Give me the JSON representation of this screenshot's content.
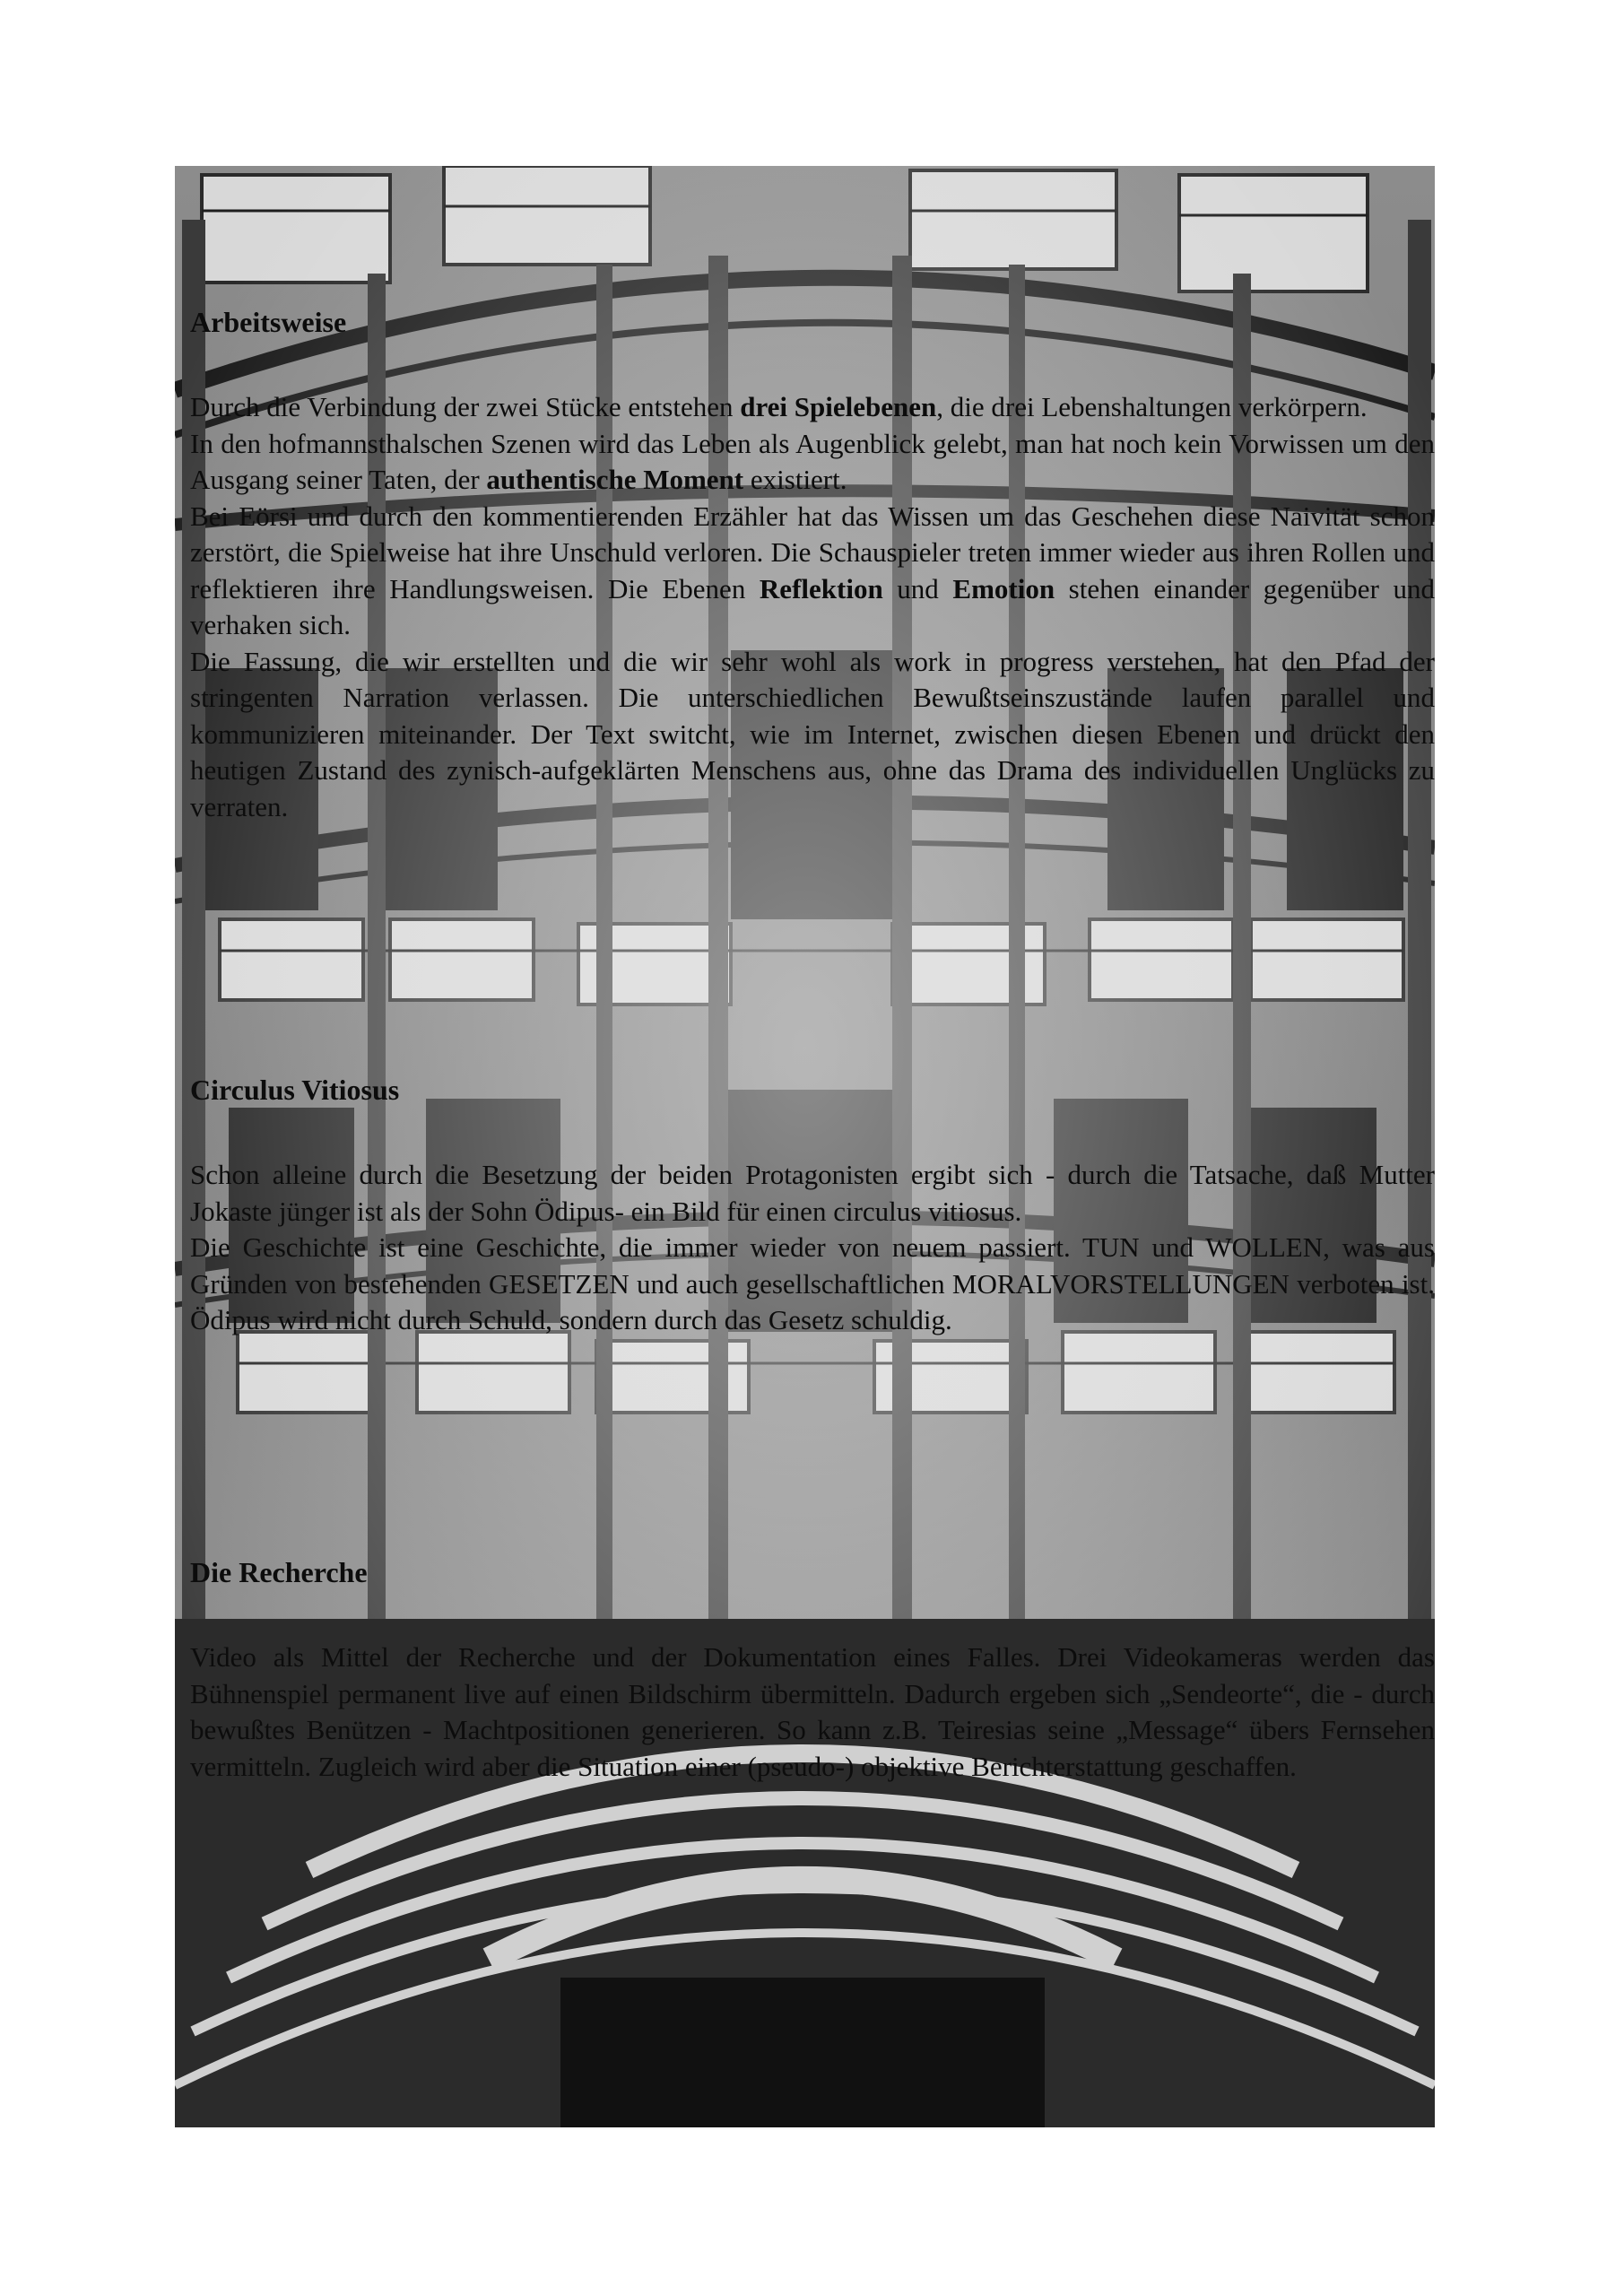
{
  "sections": [
    {
      "heading": "Arbeitsweise",
      "paragraphs": [
        [
          {
            "t": "Durch die Verbindung der zwei Stücke entstehen "
          },
          {
            "t": "drei Spielebenen",
            "b": true
          },
          {
            "t": ", die drei Lebenshaltungen verkörpern."
          }
        ],
        [
          {
            "t": "In den hofmannsthalschen Szenen wird das Leben als Augenblick gelebt, man hat noch kein Vorwissen um den Ausgang seiner Taten, der "
          },
          {
            "t": "authentische Moment",
            "b": true
          },
          {
            "t": " existiert."
          }
        ],
        [
          {
            "t": "Bei Eörsi und durch den kommentierenden Erzähler hat das Wissen um das Geschehen diese Naivität schon zerstört, die Spielweise hat ihre Unschuld verloren. Die Schauspieler treten immer wieder aus ihren Rollen und reflektieren ihre Handlungsweisen. Die Ebenen "
          },
          {
            "t": "Reflektion",
            "b": true
          },
          {
            "t": " und "
          },
          {
            "t": "Emotion",
            "b": true
          },
          {
            "t": " stehen einander gegenüber und verhaken sich."
          }
        ],
        [
          {
            "t": "Die Fassung, die wir erstellten und die wir sehr wohl als work in progress verstehen, hat den Pfad der stringenten Narration verlassen. Die unterschiedlichen Bewußtseinszustände laufen parallel und kommunizieren miteinander. Der Text switcht, wie im Internet, zwischen diesen Ebenen und drückt den heutigen Zustand des zynisch-aufgeklärten Menschens aus, ohne das Drama des individuellen Unglücks zu verraten."
          }
        ]
      ]
    },
    {
      "heading": "Circulus Vitiosus",
      "paragraphs": [
        [
          {
            "t": "Schon alleine durch die Besetzung der beiden Protagonisten ergibt sich - durch die Tatsache, daß Mutter Jokaste jünger ist als der Sohn Ödipus- ein Bild für einen circulus vitiosus."
          }
        ],
        [
          {
            "t": "Die Geschichte ist eine Geschichte, die immer wieder von neuem passiert. TUN und WOLLEN, was aus Gründen von bestehenden GESETZEN und auch gesellschaftlichen MORALVORSTELLUNGEN verboten ist. Ödipus wird nicht durch Schuld, sondern durch das Gesetz schuldig."
          }
        ]
      ]
    },
    {
      "heading": "Die Recherche",
      "paragraphs": [
        [
          {
            "t": "Video als Mittel der Recherche und der Dokumentation eines Falles. Drei Videokameras werden das Bühnenspiel permanent live auf einen Bildschirm übermitteln. Dadurch ergeben sich „Sendeorte“, die - durch bewußtes Benützen - Machtpositionen generieren. So kann z.B. Teiresias seine „Message“ übers Fernsehen vermitteln. Zugleich wird aber die Situation einer (pseudo-) objektive Berichterstattung geschaffen."
          }
        ]
      ]
    }
  ]
}
